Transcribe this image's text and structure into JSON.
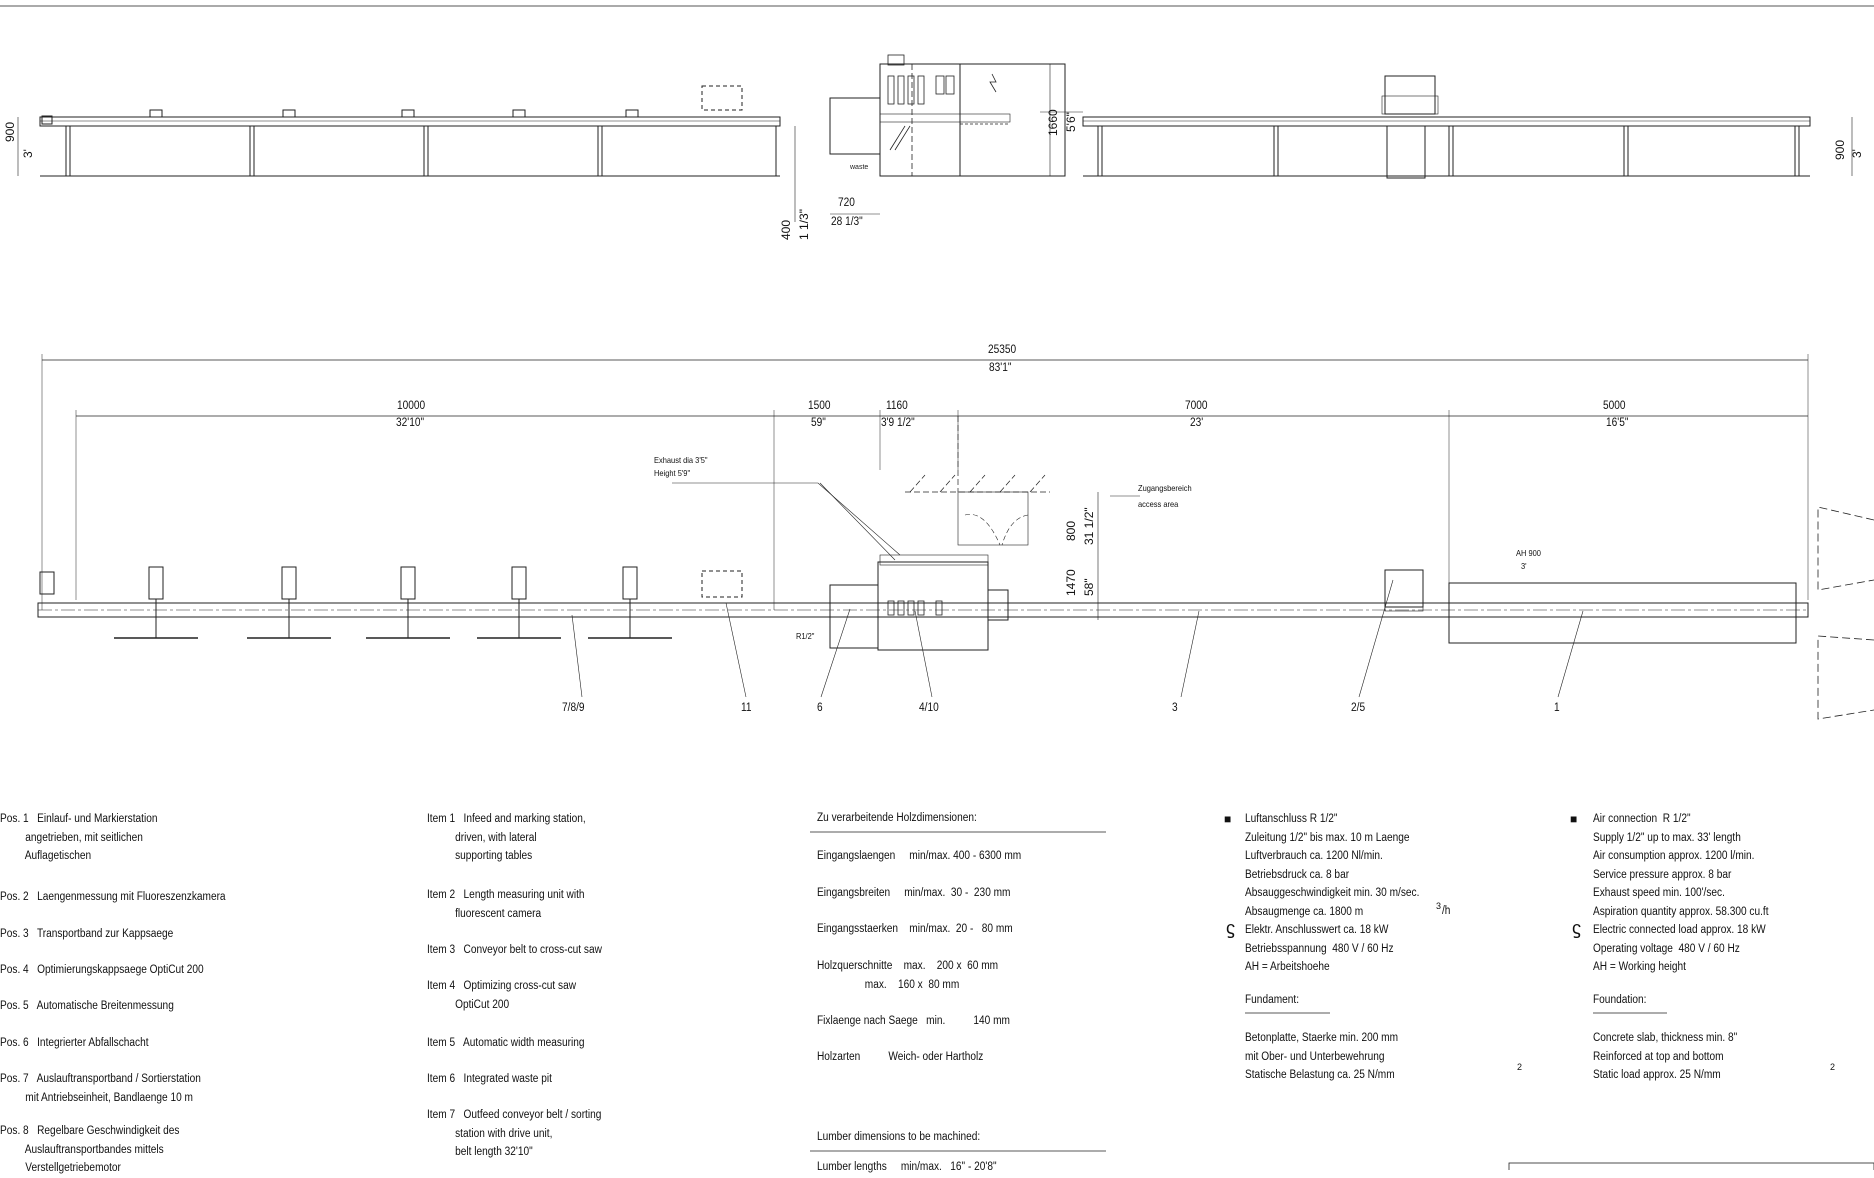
{
  "elevation": {
    "heights": [
      {
        "mm": "900",
        "in": "3'"
      },
      {
        "mm": "1660",
        "in": "5'6\""
      },
      {
        "mm": "900",
        "in": "3'"
      }
    ],
    "pit": {
      "depth_mm": "400",
      "depth_in": "1 1/3\"",
      "width_mm": "720",
      "width_in": "28 1/3\""
    },
    "waste_label": "waste"
  },
  "plan": {
    "total": {
      "mm": "25350",
      "ft": "83'1\""
    },
    "segments": [
      {
        "mm": "10000",
        "ft": "32'10\""
      },
      {
        "mm": "1500",
        "ft": "59\""
      },
      {
        "mm": "1160",
        "ft": "3'9 1/2\""
      },
      {
        "mm": "7000",
        "ft": "23'"
      },
      {
        "mm": "5000",
        "ft": "16'5\""
      }
    ],
    "exhaust": [
      "Exhaust dia 3'5\"",
      "Height 5'9\""
    ],
    "access": [
      "Zugangsbereich",
      "access area"
    ],
    "vertical_dims": [
      {
        "mm": "800",
        "in": "31 1/2\""
      },
      {
        "mm": "1470",
        "in": "58\""
      }
    ],
    "ah": [
      "AH 900",
      "3'"
    ],
    "r_label": "R1/2\"",
    "position_numbers": [
      "7/8/9",
      "11",
      "6",
      "4/10",
      "3",
      "2/5",
      "1"
    ]
  },
  "legend": {
    "de_items": [
      "Pos. 1   Einlauf- und Markierstation\n         angetrieben, mit seitlichen\n         Auflagetischen",
      "Pos. 2   Laengenmessung mit Fluoreszenzkamera",
      "Pos. 3   Transportband zur Kappsaege",
      "Pos. 4   Optimierungskappsaege OptiCut 200",
      "Pos. 5   Automatische Breitenmessung",
      "Pos. 6   Integrierter Abfallschacht",
      "Pos. 7   Auslauftransportband / Sortierstation\n         mit Antriebseinheit, Bandlaenge 10 m",
      "Pos. 8   Regelbare Geschwindigkeit des\n         Auslauftransportbandes mittels\n         Verstellgetriebemotor"
    ],
    "en_items": [
      "Item 1   Infeed and marking station,\n          driven, with lateral\n          supporting tables",
      "Item 2   Length measuring unit with\n          fluorescent camera",
      "Item 3   Conveyor belt to cross-cut saw",
      "Item 4   Optimizing cross-cut saw\n          OptiCut 200",
      "Item 5   Automatic width measuring",
      "Item 6   Integrated waste pit",
      "Item 7   Outfeed conveyor belt / sorting\n          station with drive unit,\n          belt length 32'10\""
    ]
  },
  "dimensions_table": {
    "title_de": "Zu verarbeitende Holzdimensionen:",
    "rows": [
      "Eingangslaengen     min/max. 400 - 6300 mm",
      "Eingangsbreiten     min/max.  30 -  230 mm",
      "Eingangsstaerken    min/max.  20 -   80 mm",
      "Holzquerschnitte    max.    200 x  60 mm\n                 max.    160 x  80 mm",
      "Fixlaenge nach Saege   min.          140 mm",
      "Holzarten          Weich- oder Hartholz"
    ],
    "title_en": "Lumber dimensions to be machined:",
    "cut_row": "Lumber lengths     min/max.   16\" - 20'8\""
  },
  "utilities_de": {
    "lines": "Luftanschluss R 1/2\"\nZuleitung 1/2\" bis max. 10 m Laenge\nLuftverbrauch ca. 1200 Nl/min.\nBetriebsdruck ca. 8 bar\nAbsauggeschwindigkeit min. 30 m/sec.\nAbsaugmenge ca. 1800 m\nElektr. Anschlusswert ca. 18 kW\nBetriebsspannung  480 V / 60 Hz\nAH = Arbeitshoehe",
    "sup": "3",
    "per_h": "/h",
    "foundation_title": "Fundament:",
    "foundation": "Betonplatte, Staerke min. 200 mm\nmit Ober- und Unterbewehrung\nStatische Belastung ca. 25 N/mm",
    "sup2": "2"
  },
  "utilities_en": {
    "lines": "Air connection  R 1/2\"\nSupply 1/2\" up to max. 33' length\nAir consumption approx. 1200 l/min.\nService pressure approx. 8 bar\nExhaust speed min. 100'/sec.\nAspiration quantity approx. 58.300 cu.ft\nElectric connected load approx. 18 kW\nOperating voltage  480 V / 60 Hz\nAH = Working height",
    "foundation_title": "Foundation:",
    "foundation": "Concrete slab, thickness min. 8\"\nReinforced at top and bottom\nStatic load approx. 25 N/mm",
    "sup2": "2"
  }
}
